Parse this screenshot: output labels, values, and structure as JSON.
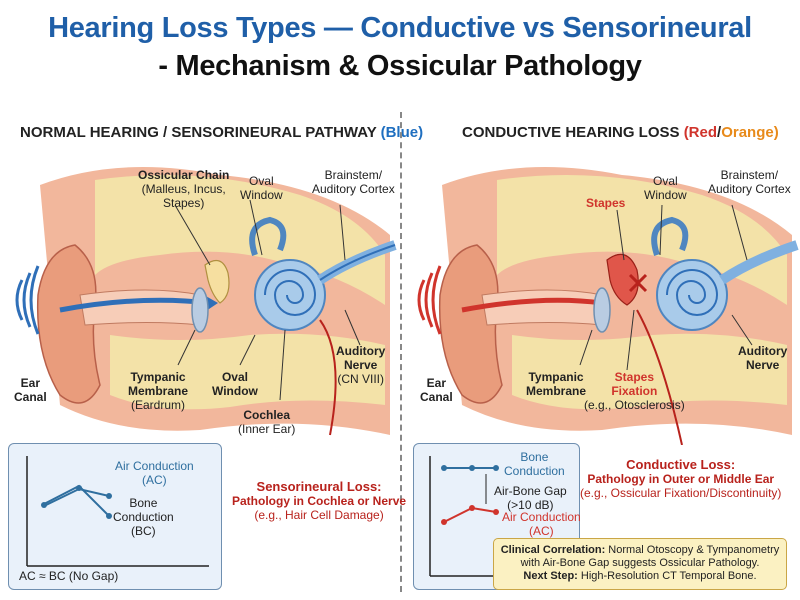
{
  "title_line1": "Hearing Loss Types — Conductive vs Sensorineural",
  "title_line2": "- Mechanism & Ossicular Pathology",
  "left": {
    "heading": "NORMAL HEARING / SENSORINEURAL PATHWAY",
    "heading_color_tag": "(Blue)",
    "labels": {
      "ossicular_chain": "Ossicular Chain",
      "ossicular_chain_sub1": "(Malleus, Incus,",
      "ossicular_chain_sub2": "Stapes)",
      "oval_window_top1": "Oval",
      "oval_window_top2": "Window",
      "brainstem1": "Brainstem/",
      "brainstem2": "Auditory Cortex",
      "auditory_nerve1": "Auditory",
      "auditory_nerve2": "Nerve",
      "auditory_nerve3": "(CN VIII)",
      "ear_canal1": "Ear",
      "ear_canal2": "Canal",
      "tympanic1": "Tympanic",
      "tympanic2": "Membrane",
      "tympanic3": "(Eardrum)",
      "oval_window_bottom1": "Oval",
      "oval_window_bottom2": "Window",
      "cochlea1": "Cochlea",
      "cochlea2": "(Inner Ear)"
    },
    "sensorineural": {
      "title": "Sensorineural Loss:",
      "line1": "Pathology in Cochlea or Nerve",
      "line2": "(e.g., Hair Cell Damage)"
    },
    "graph": {
      "air_label1": "Air Conduction",
      "air_label2": "(AC)",
      "bone_label1": "Bone",
      "bone_label2": "Conduction",
      "bone_label3": "(BC)",
      "caption": "AC ≈ BC (No Gap)"
    }
  },
  "right": {
    "heading": "CONDUCTIVE HEARING LOSS",
    "heading_tag_red": "(Red",
    "heading_tag_sep": "/",
    "heading_tag_orange": "Orange)",
    "labels": {
      "stapes": "Stapes",
      "oval_window1": "Oval",
      "oval_window2": "Window",
      "brainstem1": "Brainstem/",
      "brainstem2": "Auditory Cortex",
      "auditory_nerve1": "Auditory",
      "auditory_nerve2": "Nerve",
      "ear_canal1": "Ear",
      "ear_canal2": "Canal",
      "tympanic1": "Tympanic",
      "tympanic2": "Membrane",
      "fixation1": "Stapes",
      "fixation2": "Fixation",
      "fixation3": "(e.g., Otosclerosis)"
    },
    "conductive": {
      "title": "Conductive Loss:",
      "line1": "Pathology in Outer or Middle Ear",
      "line2": "(e.g., Ossicular Fixation/Discontinuity)"
    },
    "graph": {
      "bone_label1": "Bone",
      "bone_label2": "Conduction",
      "gap_label1": "Air-Bone Gap",
      "gap_label2": "(>10 dB)",
      "air_label1": "Air Conduction",
      "air_label2": "(AC)"
    },
    "note": {
      "bold1": "Clinical Correlation:",
      "text1": " Normal Otoscopy & Tympanometry",
      "text2": "with Air-Bone Gap suggests Ossicular Pathology.",
      "bold2": "Next Step:",
      "text3": " High-Resolution CT Temporal Bone."
    }
  },
  "colors": {
    "title_blue": "#1f5fa8",
    "pathway_blue": "#2f6fb8",
    "pathology_red": "#d0342c",
    "orange": "#e88a1a",
    "skin": "#f2b79c",
    "bone": "#f3e2a8",
    "cochlea": "#a9cbea",
    "note_bg": "#fbf1c2"
  },
  "icons": [
    "speaker-sound-waves-icon",
    "cochlea-icon",
    "fixation-x-icon"
  ]
}
